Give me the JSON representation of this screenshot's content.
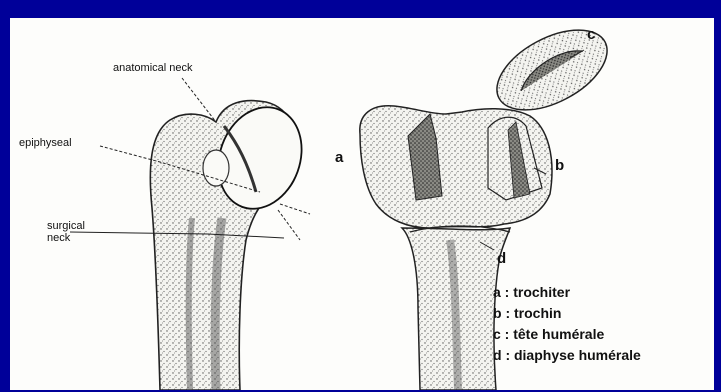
{
  "colors": {
    "border": "#000099",
    "background": "#fdfdfb",
    "ink": "#111111"
  },
  "labels": {
    "anatomical_neck": "anatomical neck",
    "epiphyseal": "epiphyseal",
    "surgical_neck": "surgical neck"
  },
  "letters": {
    "a": "a",
    "b": "b",
    "c": "c",
    "d": "d"
  },
  "legend": [
    "a : trochiter",
    "b : trochin",
    "c : tête humérale",
    "d : diaphyse humérale"
  ]
}
